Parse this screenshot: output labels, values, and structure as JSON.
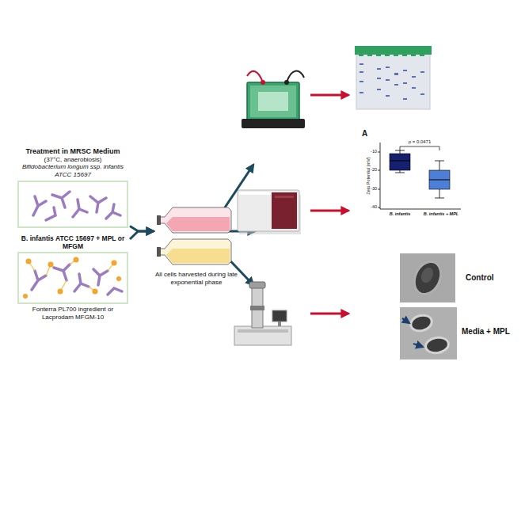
{
  "diagram": {
    "nodes": [
      {
        "text": [
          "Treatment in MRSC Medium",
          "(37°C, anaerobiosis)",
          "Bifidobacterium longum ssp. infantis ATCC 15697"
        ]
      },
      {
        "text": [
          "B. infantis ATCC 15697 + MPL or MFGM",
          "Fonterra PL700 ingredient or Lacprodam MFGM-10"
        ]
      },
      {
        "text": [
          "All cells harvested during late exponential phase"
        ]
      }
    ],
    "edges": [
      {
        "from": 0,
        "to": 2,
        "arrow": "to"
      },
      {
        "from": 1,
        "to": 2,
        "arrow": "to"
      }
    ],
    "labels": [
      "A",
      "p = 0.0471",
      "Zeta Potential (mV)",
      "-10",
      "-20",
      "-30",
      "-40",
      "B. infantis",
      "B. infantis + MPL",
      "Control",
      "Media + MPL"
    ]
  }
}
